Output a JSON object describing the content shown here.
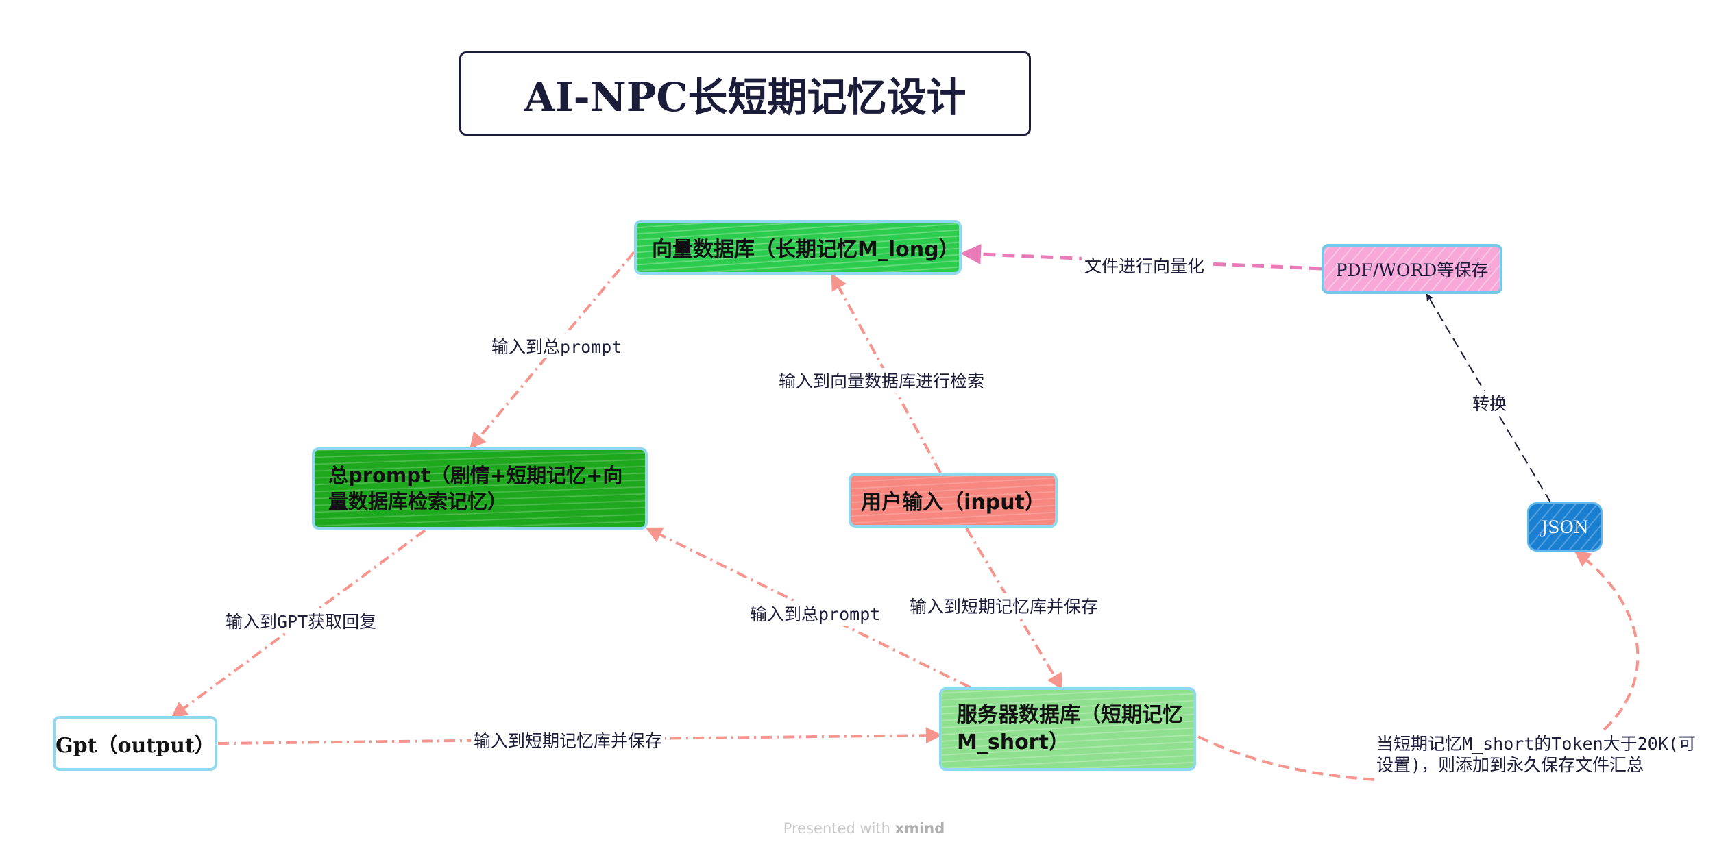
{
  "title": "AI-NPC长短期记忆设计",
  "nodes": {
    "vector_db": "向量数据库（长期记忆M_long）",
    "pdf_word": "PDF/WORD等保存",
    "total_prompt": "总prompt（剧情+短期记忆+向量数据库检索记忆）",
    "user_input": "用户输入（input）",
    "json": "JSON",
    "gpt_output": "Gpt（output）",
    "server_db": "服务器数据库（短期记忆M_short）"
  },
  "edge_labels": {
    "file_vectorize": "文件进行向量化",
    "to_prompt_from_vec": "输入到总prompt",
    "to_vec_search": "输入到向量数据库进行检索",
    "convert": "转换",
    "to_gpt": "输入到GPT获取回复",
    "to_prompt_from_server": "输入到总prompt",
    "to_short_from_user": "输入到短期记忆库并保存",
    "to_short_from_gpt": "输入到短期记忆库并保存",
    "token_note": "当短期记忆M_short的Token大于20K(可设置)，则添加到永久保存文件汇总"
  },
  "colors": {
    "arrow_salmon": "#f6948e",
    "arrow_pink": "#e97bb8",
    "arrow_dark": "#1b1b3a"
  },
  "footer": {
    "prefix": "Presented with",
    "brand": "xmind"
  }
}
